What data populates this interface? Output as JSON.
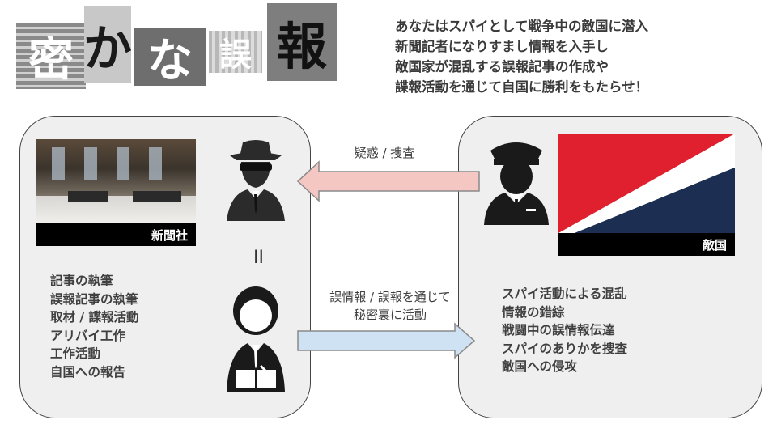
{
  "title": {
    "chars": [
      "密",
      "か",
      "な",
      "誤",
      "報"
    ]
  },
  "intro": {
    "lines": [
      "あなたはスパイとして戦争中の敵国に潜入",
      "新聞記者になりすまし情報を入手し",
      "敵国家が混乱する誤報記事の作成や",
      "諜報活動を通じて自国に勝利をもたらせ！"
    ]
  },
  "left_panel": {
    "photo_caption": "新聞社",
    "equal_sign": "II",
    "roles": [
      "記事の執筆",
      "誤報記事の執筆",
      "取材 / 諜報活動",
      "アリバイ工作",
      "工作活動",
      "自国への報告"
    ]
  },
  "right_panel": {
    "flag_caption": "敵国",
    "effects": [
      "スパイ活動による混乱",
      "情報の錯綜",
      "戦闘中の誤情報伝達",
      "スパイのありかを捜査",
      "敵国への侵攻"
    ]
  },
  "arrows": {
    "top_label": "疑惑 / 捜査",
    "bottom_label_line1": "誤情報 / 誤報を通じて",
    "bottom_label_line2": "秘密裏に活動",
    "top_color": "#f4c7c3",
    "bottom_color": "#cfe2f3"
  },
  "icons": [
    "spy-icon",
    "writer-icon",
    "officer-icon"
  ],
  "colors": {
    "flag_red": "#e0202e",
    "flag_navy": "#1c2e52",
    "panel_bg": "#efefef"
  }
}
